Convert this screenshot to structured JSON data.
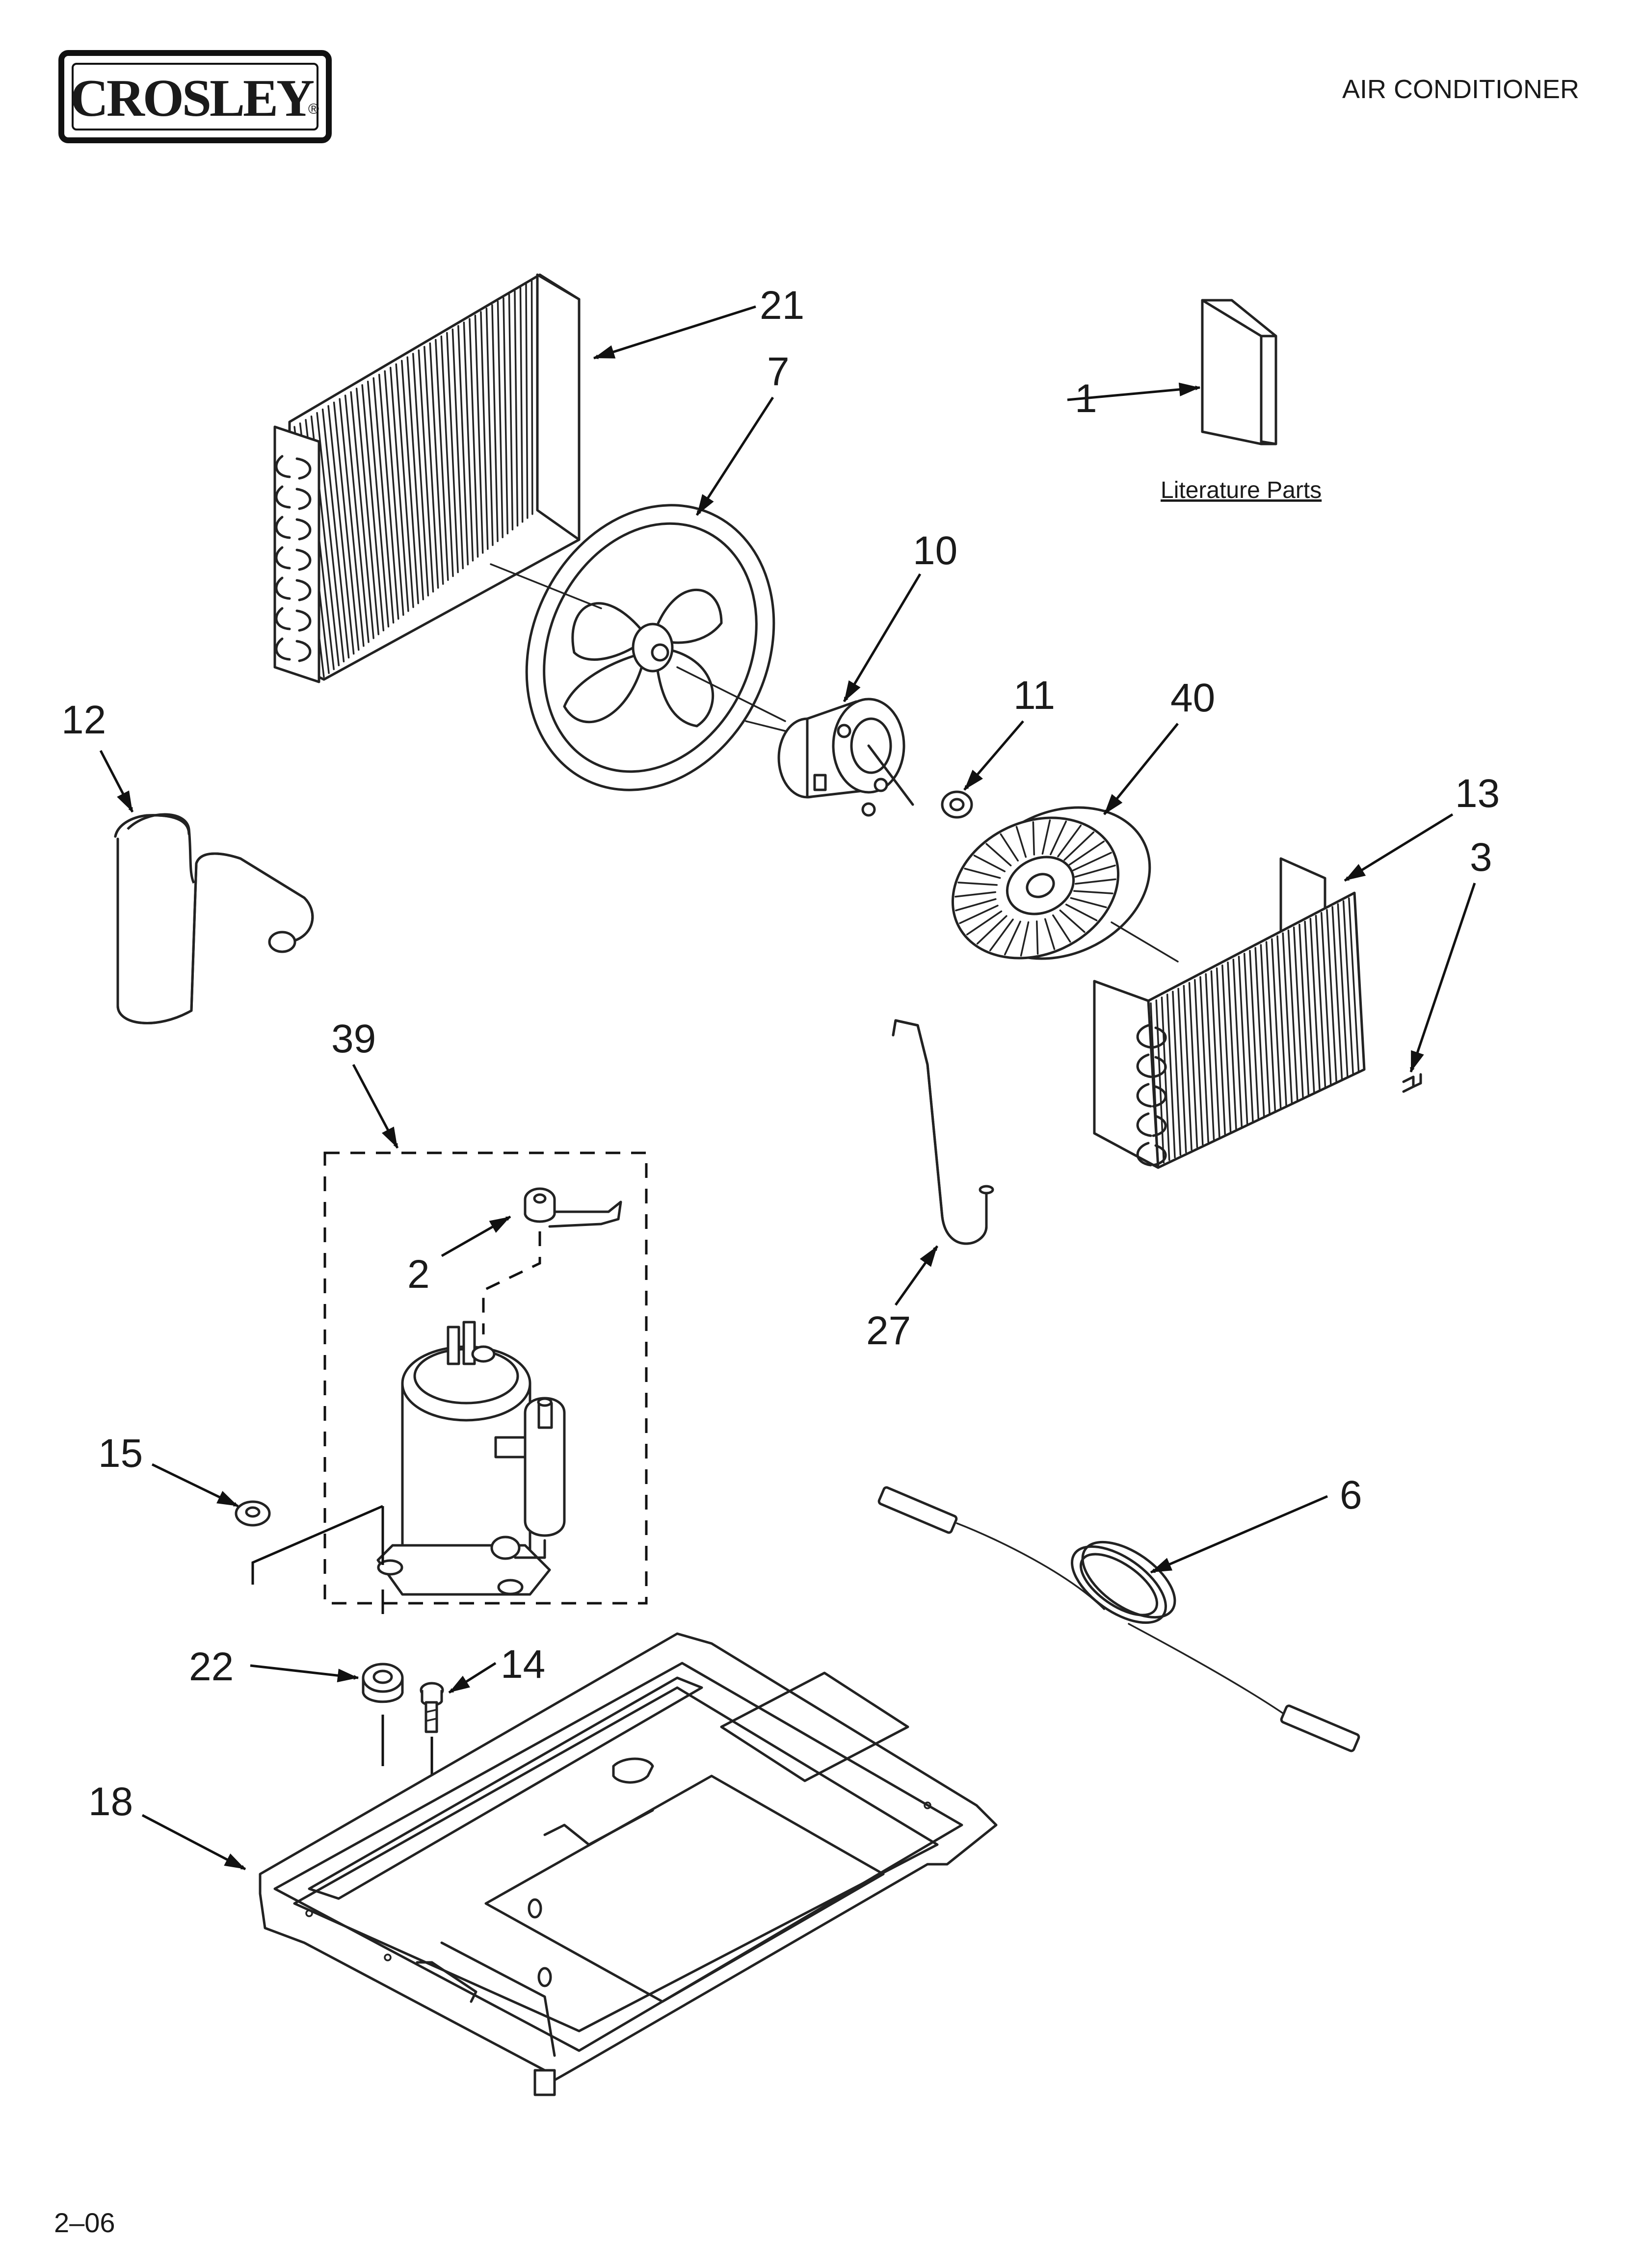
{
  "header": {
    "brand": "CROSLEY",
    "brand_mark": "®",
    "title": "AIR CONDITIONER"
  },
  "literature": {
    "label": "Literature Parts"
  },
  "callouts": [
    {
      "id": "21",
      "part": "condenser-coil"
    },
    {
      "id": "7",
      "part": "fan-blade"
    },
    {
      "id": "1",
      "part": "literature"
    },
    {
      "id": "10",
      "part": "fan-motor"
    },
    {
      "id": "11",
      "part": "nut"
    },
    {
      "id": "40",
      "part": "blower-wheel"
    },
    {
      "id": "12",
      "part": "discharge-tube"
    },
    {
      "id": "13",
      "part": "evaporator-coil"
    },
    {
      "id": "3",
      "part": "clip"
    },
    {
      "id": "39",
      "part": "compressor-assembly"
    },
    {
      "id": "2",
      "part": "overload-protector"
    },
    {
      "id": "27",
      "part": "suction-tube"
    },
    {
      "id": "15",
      "part": "washer"
    },
    {
      "id": "6",
      "part": "capillary-tube"
    },
    {
      "id": "22",
      "part": "grommet"
    },
    {
      "id": "14",
      "part": "screw"
    },
    {
      "id": "18",
      "part": "base-pan"
    }
  ],
  "footer": {
    "page_code": "2–06"
  },
  "colors": {
    "ink": "#222222",
    "paper": "#ffffff"
  }
}
